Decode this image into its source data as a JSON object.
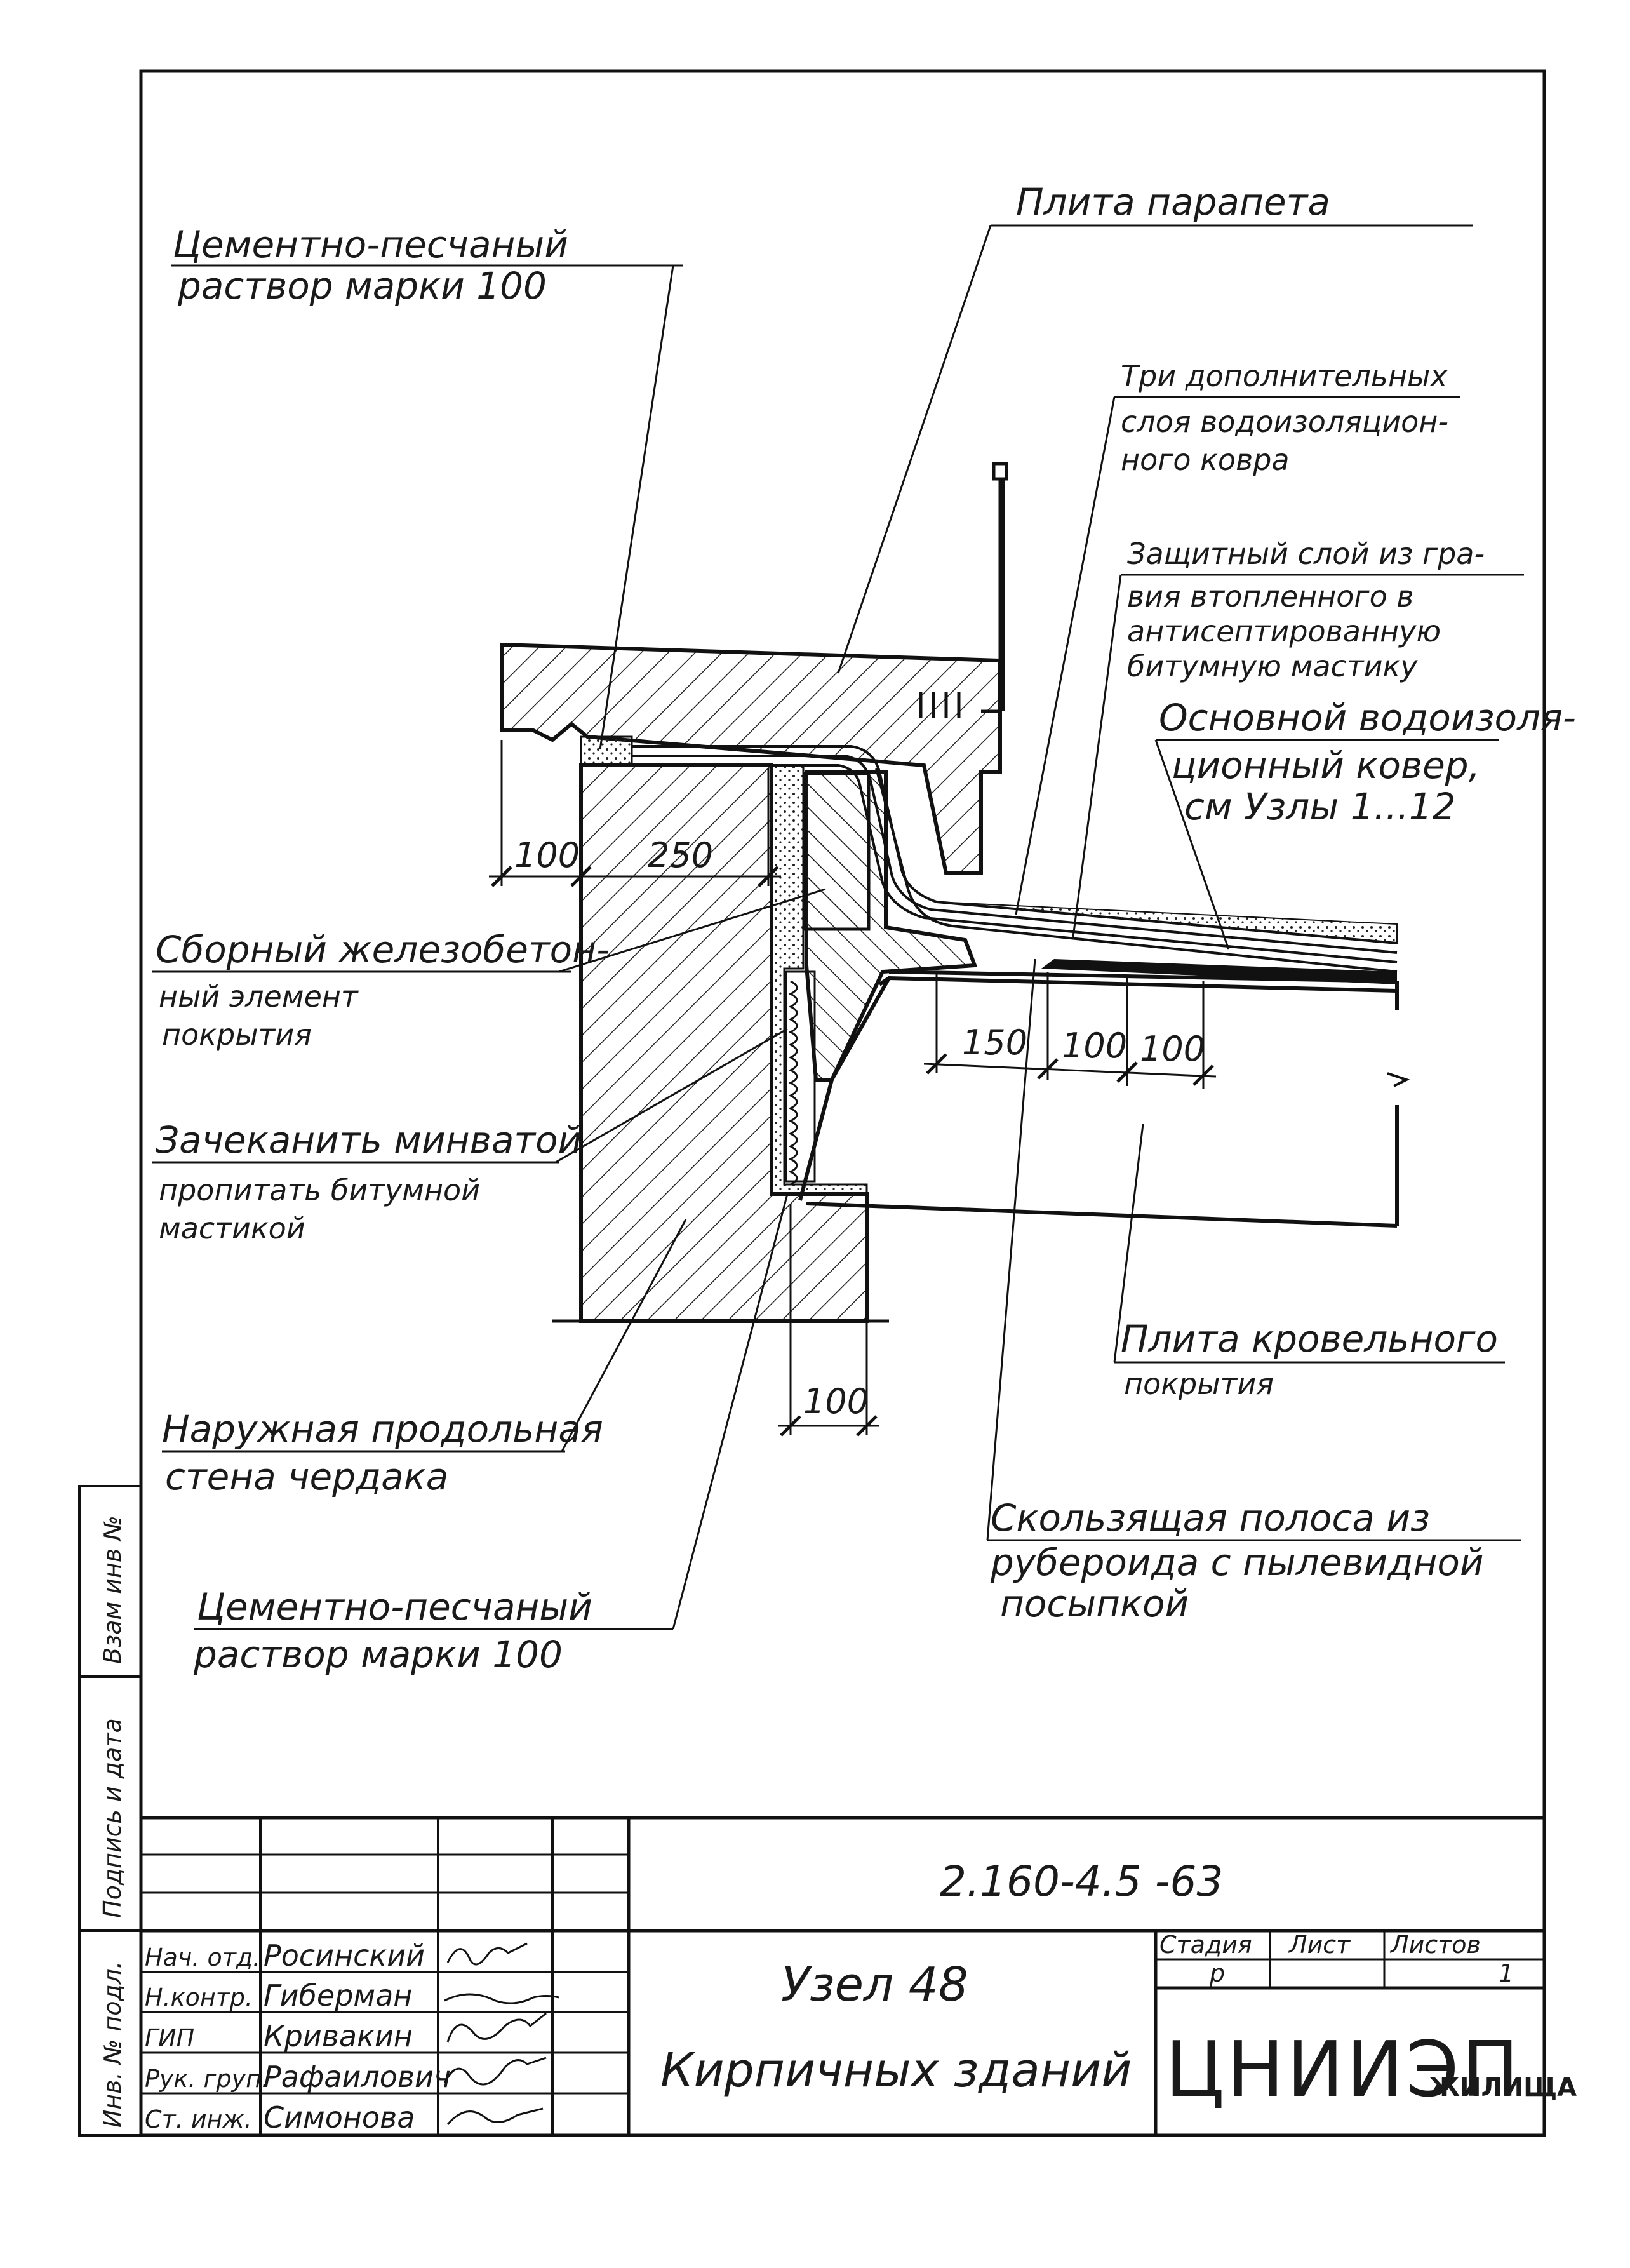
{
  "labels": {
    "parapet_slab": "Плита парапета",
    "mortar_top_1": "Цементно-песчаный",
    "mortar_top_2": "раствор марки 100",
    "three_layers_1": "Три дополнительных",
    "three_layers_2": "слоя водоизоляцион-",
    "three_layers_3": "ного ковра",
    "protect_1": "Защитный слой из гра-",
    "protect_2": "вия втопленного в",
    "protect_3": "антисептированную",
    "protect_4": "битумную мастику",
    "main_carpet_1": "Основной водоизоля-",
    "main_carpet_2": "ционный ковер,",
    "main_carpet_3": "см Узлы 1...12",
    "precast_1": "Сборный железобетон-",
    "precast_2": "ный элемент",
    "precast_3": "покрытия",
    "caulk_1": "Зачеканить минватой",
    "caulk_2": "пропитать битумной",
    "caulk_3": "мастикой",
    "roof_slab_1": "Плита кровельного",
    "roof_slab_2": "покрытия",
    "outer_wall_1": "Наружная продольная",
    "outer_wall_2": "стена чердака",
    "sliding_1": "Скользящая полоса из",
    "sliding_2": "рубероида с пылевидной",
    "sliding_3": "посыпкой",
    "mortar_bot_1": "Цементно-песчаный",
    "mortar_bot_2": "раствор марки 100"
  },
  "dimensions": {
    "d100_left": "100",
    "d250": "250",
    "d150": "150",
    "d100_a": "100",
    "d100_b": "100",
    "d100_bottom": "100"
  },
  "side_stamp": {
    "inv_orig": "Инв. № подл.",
    "sign_date": "Подпись и дата",
    "inv_repl": "Взам инв №"
  },
  "title_block": {
    "doc_code": "2.160-4.5 -63",
    "title_1": "Узел 48",
    "title_2": "Кирпичных зданий",
    "stage_hdr": "Стадия",
    "sheet_hdr": "Лист",
    "sheets_hdr": "Листов",
    "stage_val": "р",
    "sheets_val": "1",
    "org_name": "ЦНИИЭП",
    "org_sub": "ЖИЛИЩА",
    "staff": [
      {
        "role": "Нач. отд.",
        "name": "Росинский"
      },
      {
        "role": "Н.контр.",
        "name": "Гиберман"
      },
      {
        "role": "ГИП",
        "name": "Кривакин"
      },
      {
        "role": "Рук. груп.",
        "name": "Рафаилович"
      },
      {
        "role": "Ст. инж.",
        "name": "Симонова"
      }
    ]
  }
}
